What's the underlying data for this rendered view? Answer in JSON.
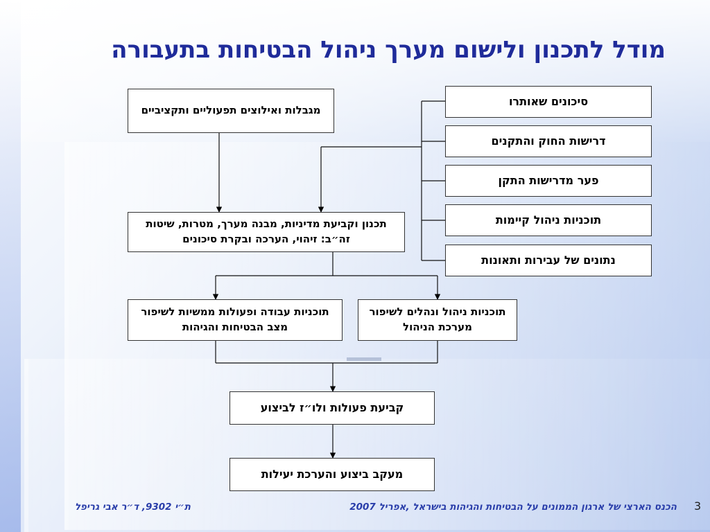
{
  "title": "מודל לתכנון ולישום מערך ניהול הבטיחות בתעבורה",
  "boxes": {
    "constraints": "מגבלות ואילוצים תפעוליים ותקציביים",
    "risks": "סיכונים שאותרו",
    "law": "דרישות החוק והתקנים",
    "gap": "פער מדרישות התקן",
    "existing": "תוכניות ניהול קיימות",
    "data": "נתונים של עבירות ותאונות",
    "planning": "תכנון וקביעת מדיניות, מבנה מערך, מטרות, שיטות זה״ב: זיהוי, הערכה ובקרת סיכונים",
    "work_plans": "תוכניות עבודה ופעולות ממשיות לשיפור מצב הבטיחות והגיהות",
    "mgmt_plans": "תוכניות ניהול ונהלים לשיפור מערכת הניהול",
    "actions": "קביעת פעולות ולו״ז לביצוע",
    "monitor": "מעקב ביצוע והערכת יעילות"
  },
  "footer": {
    "conference": "הכנס הארצי של ארגון הממונים על הבטיחות והגיהות בישראל ,אפריל 2007",
    "author": "ת״י 9302, ד״ר אבי גריפל",
    "page": "3"
  }
}
